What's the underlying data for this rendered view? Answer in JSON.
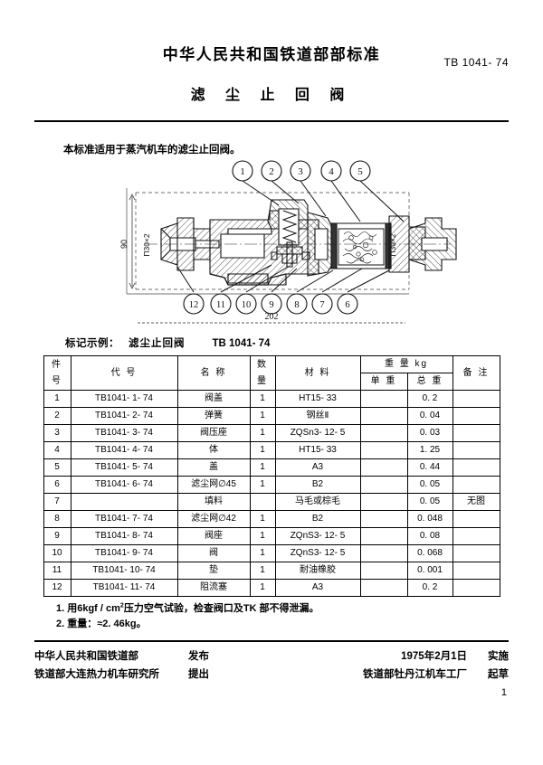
{
  "header": {
    "issuer_line": "中华人民共和国铁道部部标准",
    "standard_no": "TB 1041- 74",
    "title": "滤 尘 止 回 阀"
  },
  "scope": {
    "text": "本标准适用于蒸汽机车的滤尘止回阀。"
  },
  "drawing": {
    "top_callouts": [
      "1",
      "2",
      "3",
      "4",
      "5"
    ],
    "bottom_callouts": [
      "12",
      "11",
      "10",
      "9",
      "8",
      "7",
      "6"
    ],
    "dim_overall_length": "202",
    "dim_height": "90",
    "thread_left": "П30×2",
    "thread_right": "П30×2"
  },
  "marking": {
    "label": "标记示例：",
    "name": "滤尘止回阀",
    "code": "TB 1041- 74"
  },
  "table": {
    "headers": {
      "item_no_l1": "件",
      "item_no_l2": "号",
      "code": "代  号",
      "name": "名  称",
      "qty_l1": "数",
      "qty_l2": "量",
      "material": "材  料",
      "weight_group": "重  量 kg",
      "weight_unit": "单  重",
      "weight_total": "总  重",
      "remark": "备  注"
    },
    "rows": [
      {
        "no": "1",
        "code": "TB1041- 1- 74",
        "name": "阀盖",
        "qty": "1",
        "material": "HT15- 33",
        "unit_w": "",
        "total_w": "0. 2",
        "remark": ""
      },
      {
        "no": "2",
        "code": "TB1041- 2- 74",
        "name": "弹簧",
        "qty": "1",
        "material": "钢丝Ⅱ",
        "unit_w": "",
        "total_w": "0. 04",
        "remark": ""
      },
      {
        "no": "3",
        "code": "TB1041- 3- 74",
        "name": "阀压座",
        "qty": "1",
        "material": "ZQSn3- 12- 5",
        "unit_w": "",
        "total_w": "0. 03",
        "remark": ""
      },
      {
        "no": "4",
        "code": "TB1041- 4- 74",
        "name": "体",
        "qty": "1",
        "material": "HT15- 33",
        "unit_w": "",
        "total_w": "1. 25",
        "remark": ""
      },
      {
        "no": "5",
        "code": "TB1041- 5- 74",
        "name": "盖",
        "qty": "1",
        "material": "A3",
        "unit_w": "",
        "total_w": "0. 44",
        "remark": ""
      },
      {
        "no": "6",
        "code": "TB1041- 6- 74",
        "name": "滤尘网∅45",
        "qty": "1",
        "material": "B2",
        "unit_w": "",
        "total_w": "0. 05",
        "remark": ""
      },
      {
        "no": "7",
        "code": "",
        "name": "填料",
        "qty": "",
        "material": "马毛或棕毛",
        "unit_w": "",
        "total_w": "0. 05",
        "remark": "无图"
      },
      {
        "no": "8",
        "code": "TB1041- 7- 74",
        "name": "滤尘网∅42",
        "qty": "1",
        "material": "B2",
        "unit_w": "",
        "total_w": "0. 048",
        "remark": ""
      },
      {
        "no": "9",
        "code": "TB1041- 8- 74",
        "name": "阀座",
        "qty": "1",
        "material": "ZQnS3- 12- 5",
        "unit_w": "",
        "total_w": "0. 08",
        "remark": ""
      },
      {
        "no": "10",
        "code": "TB1041- 9- 74",
        "name": "阀",
        "qty": "1",
        "material": "ZQnS3- 12- 5",
        "unit_w": "",
        "total_w": "0. 068",
        "remark": ""
      },
      {
        "no": "11",
        "code": "TB1041- 10- 74",
        "name": "垫",
        "qty": "1",
        "material": "耐油橡胶",
        "unit_w": "",
        "total_w": "0. 001",
        "remark": ""
      },
      {
        "no": "12",
        "code": "TB1041- 11- 74",
        "name": "阻流塞",
        "qty": "1",
        "material": "A3",
        "unit_w": "",
        "total_w": "0. 2",
        "remark": ""
      }
    ]
  },
  "notes": {
    "note1_pre": "1. 用6kgf / cm",
    "note1_sup": "2",
    "note1_post": "压力空气试验，检查阀口及TK 部不得泄漏。",
    "note2": "2. 重量：≈2. 46kg。"
  },
  "footer": {
    "row1": {
      "org": "中华人民共和国铁道部",
      "action": "发布",
      "right": "1975年2月1日",
      "right_action": "实施"
    },
    "row2": {
      "org": "铁道部大连热力机车研究所",
      "action": "提出",
      "right": "铁道部牡丹江机车工厂",
      "right_action": "起草"
    },
    "page_number": "1"
  }
}
